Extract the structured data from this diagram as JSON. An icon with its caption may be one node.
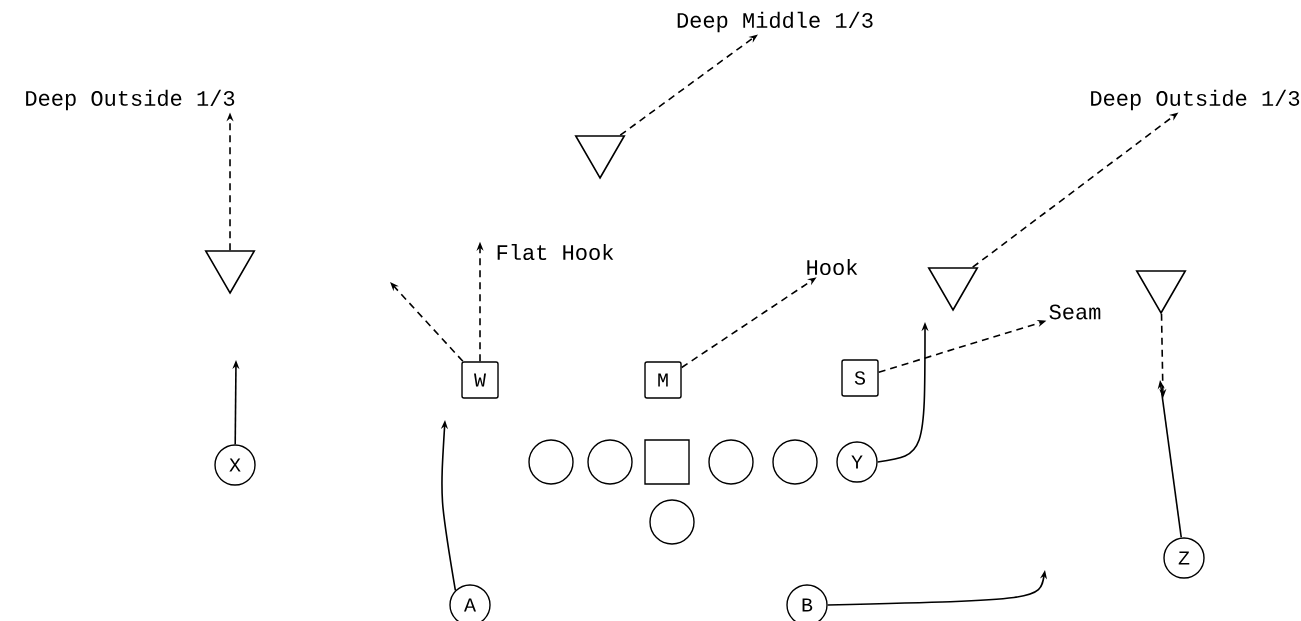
{
  "diagram": {
    "nodes": [
      {
        "text": [
          "Deep Middle 1/3"
        ]
      },
      {
        "text": [
          "Deep Outside 1/3"
        ]
      },
      {
        "text": [
          "Deep Outside 1/3"
        ]
      },
      {
        "text": [],
        "shape": "triangle"
      },
      {
        "text": [
          "Flat Hook"
        ]
      },
      {
        "text": [],
        "shape": "triangle"
      },
      {
        "text": [
          "Hook"
        ]
      },
      {
        "text": [],
        "shape": "triangle"
      },
      {
        "text": [],
        "shape": "triangle"
      },
      {
        "text": [
          "Seam"
        ]
      },
      {
        "text": [
          "W"
        ]
      },
      {
        "text": [
          "M"
        ]
      },
      {
        "text": [
          "S"
        ]
      },
      {
        "text": [
          "X"
        ]
      },
      {
        "text": [],
        "shape": "circle"
      },
      {
        "text": [],
        "shape": "circle"
      },
      {
        "text": [],
        "shape": "box"
      },
      {
        "text": [],
        "shape": "circle"
      },
      {
        "text": [],
        "shape": "circle"
      },
      {
        "text": [
          "Y"
        ]
      },
      {
        "text": [],
        "shape": "circle"
      },
      {
        "text": [
          "A"
        ]
      },
      {
        "text": [
          "B"
        ]
      },
      {
        "text": [
          "Z"
        ]
      }
    ],
    "edges": [
      {
        "from": 5,
        "to": 1,
        "arrow": "to",
        "style": "dashed"
      },
      {
        "from": 3,
        "to": 0,
        "arrow": "to",
        "style": "dashed"
      },
      {
        "from": 7,
        "to": 2,
        "arrow": "to",
        "style": "dashed"
      },
      {
        "from": 8,
        "to": null,
        "arrow": "to",
        "style": "dashed"
      },
      {
        "from": 10,
        "to": 4,
        "arrow": "to",
        "style": "dashed"
      },
      {
        "from": 10,
        "to": null,
        "arrow": "to",
        "style": "dashed"
      },
      {
        "from": 11,
        "to": 6,
        "arrow": "to",
        "style": "dashed"
      },
      {
        "from": 12,
        "to": 9,
        "arrow": "to",
        "style": "dashed"
      },
      {
        "from": 19,
        "to": null,
        "arrow": "to"
      },
      {
        "from": 13,
        "to": null,
        "arrow": "to"
      },
      {
        "from": 21,
        "to": null,
        "arrow": "to"
      },
      {
        "from": 22,
        "to": null,
        "arrow": "to"
      },
      {
        "from": 23,
        "to": null,
        "arrow": "to"
      }
    ]
  }
}
